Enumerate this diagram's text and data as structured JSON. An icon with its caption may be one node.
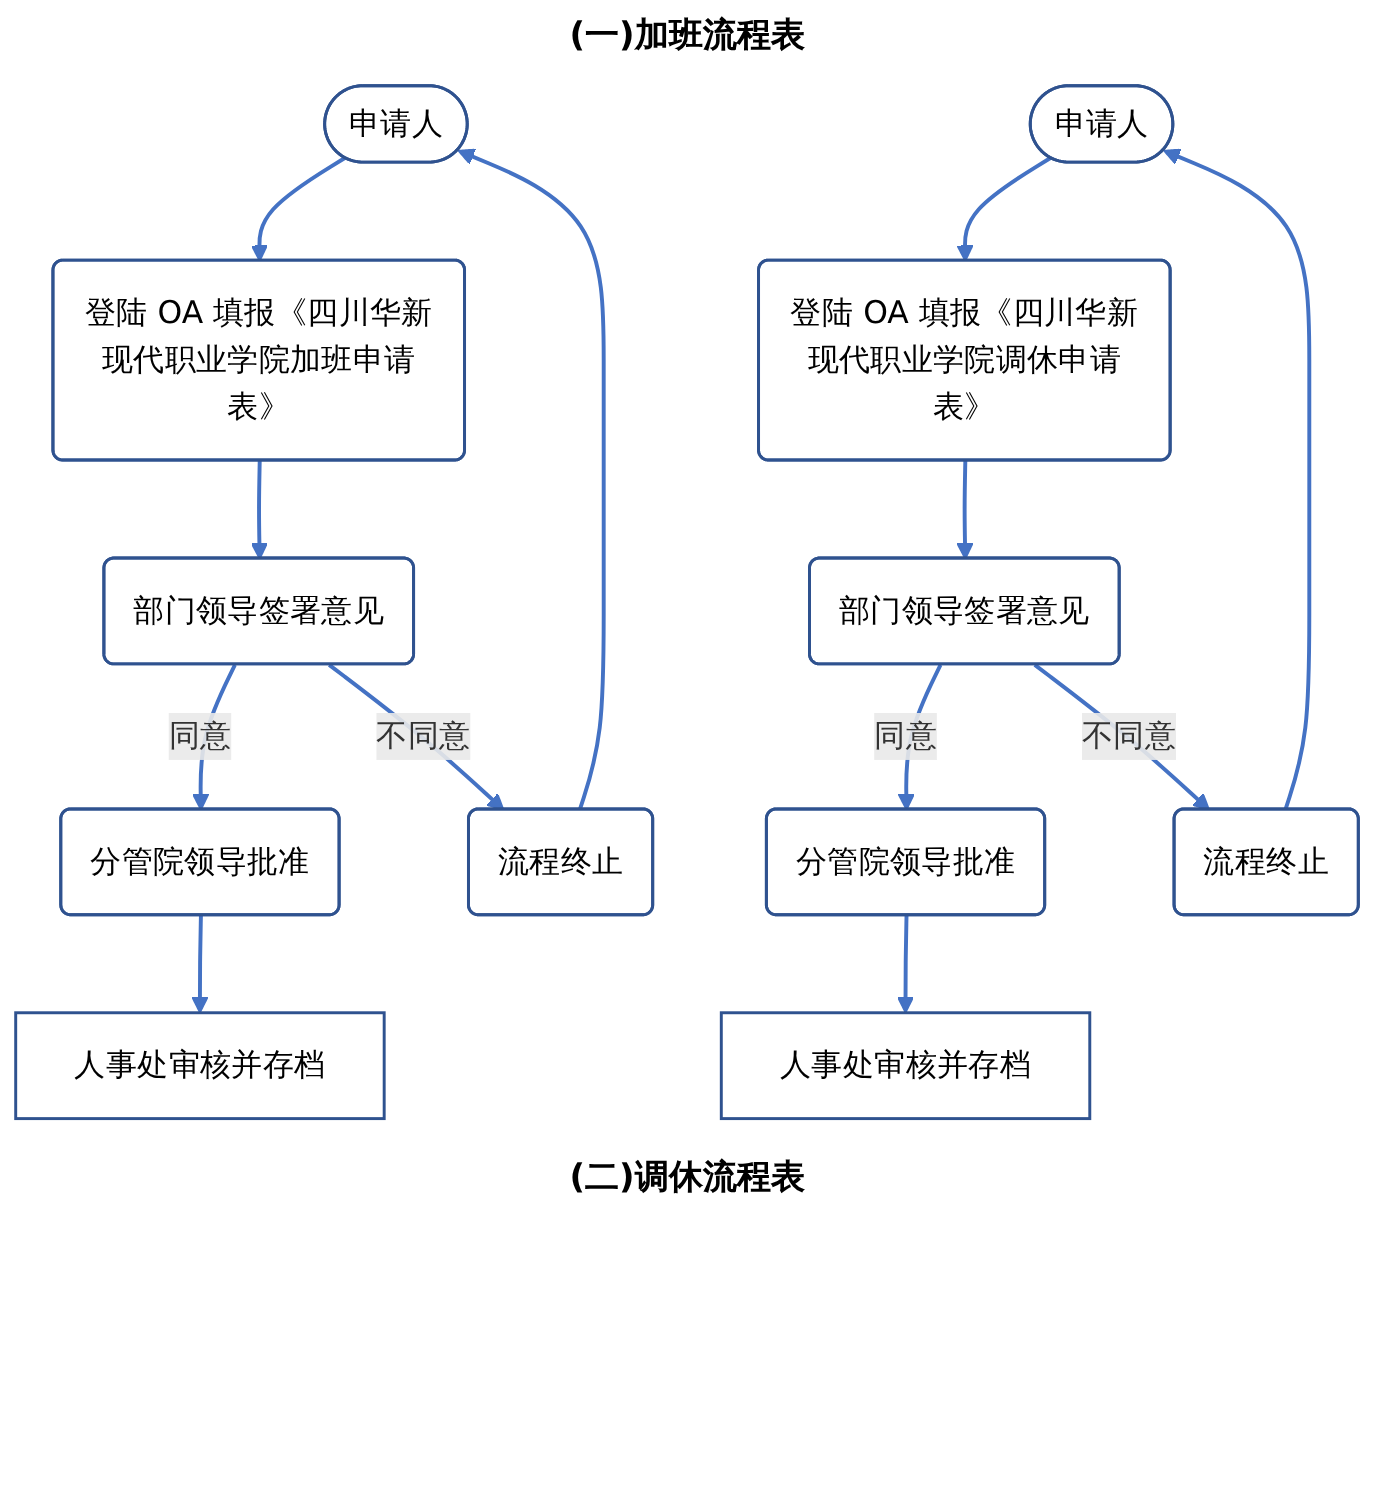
{
  "diagram": {
    "title": "(一)加班流程表",
    "nodes": [
      {
        "text": [
          "申请人"
        ]
      },
      {
        "text": [
          "登陆 OA 填报《四川华新现代职业学院加班申请表》"
        ]
      },
      {
        "text": [
          "部门领导签署意见"
        ]
      },
      {
        "text": [
          "分管院领导批准"
        ]
      },
      {
        "text": [
          "人事处审核并存档"
        ]
      },
      {
        "text": [
          "流程终止"
        ]
      },
      {
        "text": [
          "申请人"
        ]
      },
      {
        "text": [
          "登陆 OA 填报《四川华新现代职业学院调休申请表》"
        ]
      },
      {
        "text": [
          "部门领导签署意见"
        ]
      },
      {
        "text": [
          "分管院领导批准"
        ]
      },
      {
        "text": [
          "人事处审核并存档"
        ]
      },
      {
        "text": [
          "流程终止"
        ]
      }
    ],
    "edges": [
      {
        "from": 0,
        "to": 1,
        "arrow": "to"
      },
      {
        "from": 1,
        "to": 2,
        "arrow": "to"
      },
      {
        "from": 2,
        "to": 3,
        "arrow": "to",
        "label": "同意"
      },
      {
        "from": 3,
        "to": 4,
        "arrow": "to"
      },
      {
        "from": 2,
        "to": 5,
        "arrow": "to",
        "label": "不同意"
      },
      {
        "from": 5,
        "to": 0,
        "arrow": "to"
      },
      {
        "from": 6,
        "to": 7,
        "arrow": "to"
      },
      {
        "from": 7,
        "to": 8,
        "arrow": "to"
      },
      {
        "from": 8,
        "to": 9,
        "arrow": "to",
        "label": "同意"
      },
      {
        "from": 9,
        "to": 10,
        "arrow": "to"
      },
      {
        "from": 8,
        "to": 11,
        "arrow": "to",
        "label": "不同意"
      },
      {
        "from": 11,
        "to": 6,
        "arrow": "to"
      }
    ],
    "labels": [
      "(二)调休流程表"
    ]
  }
}
